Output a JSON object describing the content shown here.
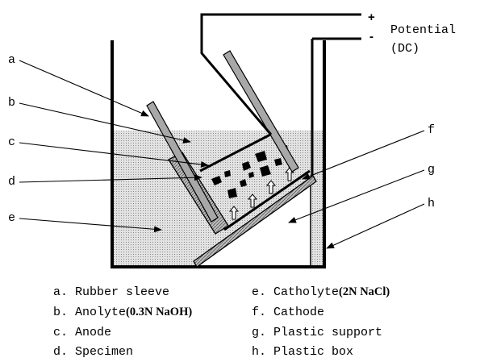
{
  "power": {
    "plus_sign": "+",
    "minus_sign": "-",
    "label_line1": "Potential",
    "label_line2": "(DC)"
  },
  "callouts": [
    {
      "id": "a",
      "letter": "a"
    },
    {
      "id": "b",
      "letter": "b"
    },
    {
      "id": "c",
      "letter": "c"
    },
    {
      "id": "d",
      "letter": "d"
    },
    {
      "id": "e",
      "letter": "e"
    },
    {
      "id": "f",
      "letter": "f"
    },
    {
      "id": "g",
      "letter": "g"
    },
    {
      "id": "h",
      "letter": "h"
    }
  ],
  "legend": {
    "a": {
      "prefix": "a. Rubber sleeve",
      "suffix": ""
    },
    "b": {
      "prefix": "b. Anolyte",
      "suffix": "(0.3N NaOH)"
    },
    "c": {
      "prefix": "c. Anode",
      "suffix": ""
    },
    "d": {
      "prefix": "d. Specimen",
      "suffix": ""
    },
    "e": {
      "prefix": "e. Catholyte",
      "suffix": "(2N NaCl)"
    },
    "f": {
      "prefix": "f. Cathode",
      "suffix": ""
    },
    "g": {
      "prefix": "g. Plastic support",
      "suffix": ""
    },
    "h": {
      "prefix": "h. Plastic box",
      "suffix": ""
    }
  },
  "colors": {
    "line": "#000000",
    "liquid": "#d7d7d7",
    "sleeve": "#a8a8a8",
    "background": "#ffffff"
  }
}
